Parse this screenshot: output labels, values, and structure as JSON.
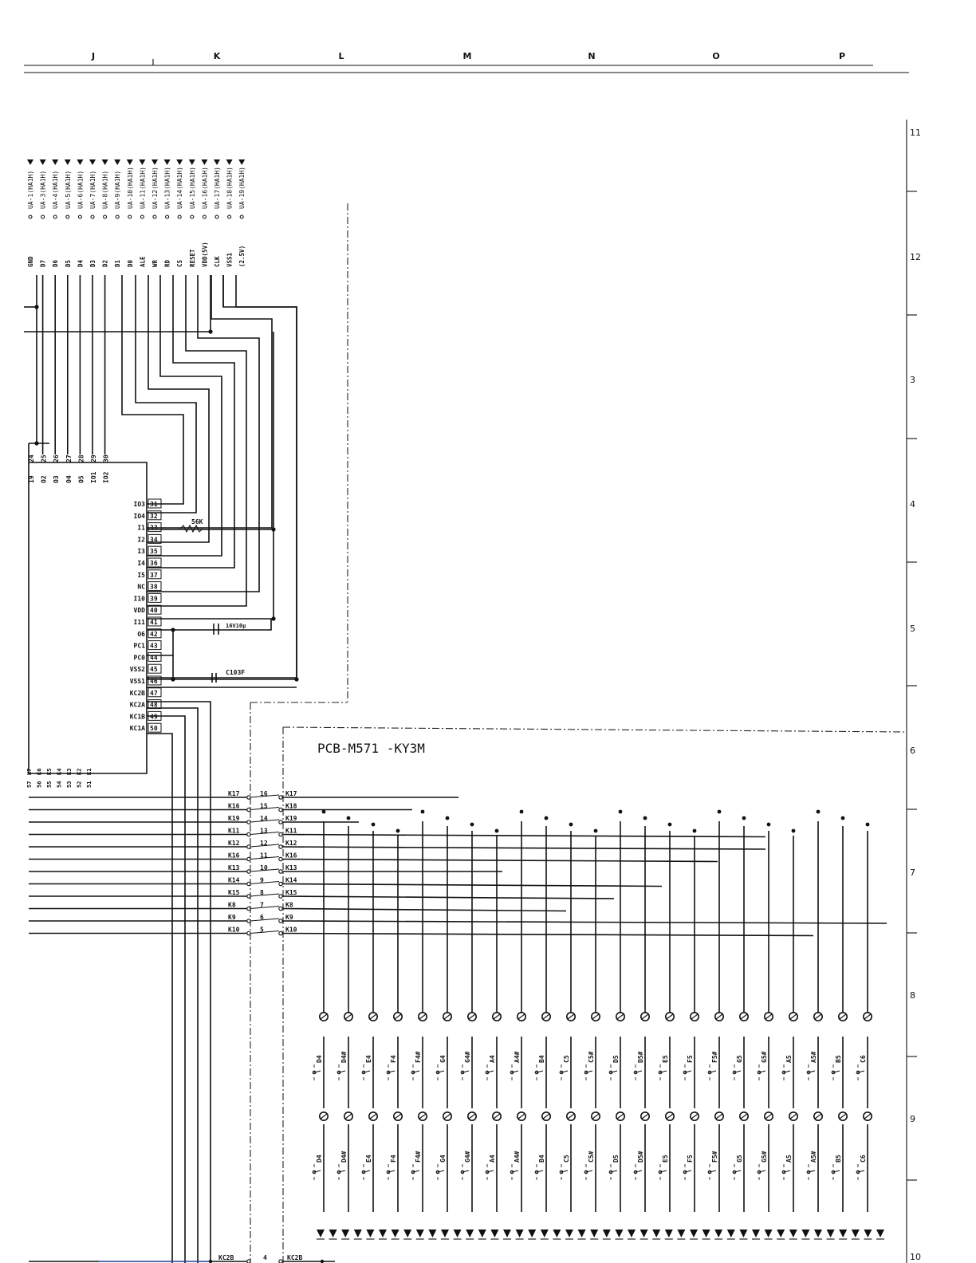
{
  "header": {
    "columns": [
      "J",
      "K",
      "L",
      "M",
      "N",
      "O",
      "P"
    ]
  },
  "rows": [
    "11",
    "12",
    "3",
    "4",
    "5",
    "6",
    "7",
    "8",
    "9",
    "10"
  ],
  "connector_top": {
    "labels": [
      "UA-1(HA1H)",
      "UA-3(HA1H)",
      "UA-4(HA1H)",
      "UA-5(HA1H)",
      "UA-6(HA1H)",
      "UA-7(HA1H)",
      "UA-8(HA1H)",
      "UA-9(HA1H)",
      "UA-10(HA1H)",
      "UA-11(HA1H)",
      "UA-12(HA1H)",
      "UA-13(HA1H)",
      "UA-14(HA1H)",
      "UA-15(HA1H)",
      "UA-16(HA1H)",
      "UA-17(HA1H)",
      "UA-18(HA1H)",
      "UA-19(HA1H)"
    ],
    "signals": [
      "GND",
      "D7",
      "D6",
      "D5",
      "D4",
      "D3",
      "D2",
      "D1",
      "D0",
      "ALE",
      "WR",
      "RD",
      "CS",
      "RESET",
      "VDD(5V)",
      "CLK",
      "VSS1",
      "(2.5V)"
    ]
  },
  "chip": {
    "top_pins": [
      "24",
      "25",
      "26",
      "27",
      "28",
      "29",
      "30"
    ],
    "top_names": [
      "19",
      "O2",
      "O3",
      "O4",
      "O5",
      "IO1",
      "IO2"
    ],
    "right_pins": [
      {
        "name": "IO3",
        "num": "31"
      },
      {
        "name": "IO4",
        "num": "32"
      },
      {
        "name": "I1",
        "num": "33"
      },
      {
        "name": "I2",
        "num": "34"
      },
      {
        "name": "I3",
        "num": "35"
      },
      {
        "name": "I4",
        "num": "36"
      },
      {
        "name": "I5",
        "num": "37"
      },
      {
        "name": "NC",
        "num": "38"
      },
      {
        "name": "I10",
        "num": "39"
      },
      {
        "name": "VDD",
        "num": "40"
      },
      {
        "name": "I11",
        "num": "41"
      },
      {
        "name": "O6",
        "num": "42"
      },
      {
        "name": "PC1",
        "num": "43"
      },
      {
        "name": "PC0",
        "num": "44"
      },
      {
        "name": "VSS2",
        "num": "45"
      },
      {
        "name": "VSS1",
        "num": "46"
      },
      {
        "name": "KC2B",
        "num": "47"
      },
      {
        "name": "KC2A",
        "num": "48"
      },
      {
        "name": "KC1B",
        "num": "49"
      },
      {
        "name": "KC1A",
        "num": "50"
      }
    ],
    "bottom_pins": [
      "57",
      "56",
      "55",
      "54",
      "53",
      "52",
      "51"
    ],
    "bottom_names": [
      "K7",
      "K6",
      "K5",
      "K4",
      "K3",
      "K2",
      "K1"
    ]
  },
  "components": {
    "resistor": "56K",
    "electrolytic": "16V10μ",
    "capacitor": "C103F"
  },
  "board_label": "PCB-M571 -KY3M",
  "k_connector": {
    "left": [
      "K17",
      "K16",
      "K19",
      "K11",
      "K12",
      "K16",
      "K13",
      "K14",
      "K15",
      "K8",
      "K9",
      "K10"
    ],
    "nums": [
      "16",
      "15",
      "14",
      "13",
      "12",
      "11",
      "10",
      "9",
      "8",
      "7",
      "6",
      "5"
    ],
    "right": [
      "K17",
      "K18",
      "K19",
      "K11",
      "K12",
      "K16",
      "K13",
      "K14",
      "K15",
      "K8",
      "K9",
      "K10"
    ]
  },
  "keys": [
    "D4",
    "D4#",
    "E4",
    "F4",
    "F4#",
    "G4",
    "G4#",
    "A4",
    "A4#",
    "B4",
    "C5",
    "C5#",
    "D5",
    "D5#",
    "E5",
    "F5",
    "F5#",
    "G5",
    "G5#",
    "A5",
    "A5#",
    "B5",
    "C6"
  ],
  "bottom_connector": {
    "left": "KC2B",
    "num": "4",
    "right": "KC2B"
  }
}
